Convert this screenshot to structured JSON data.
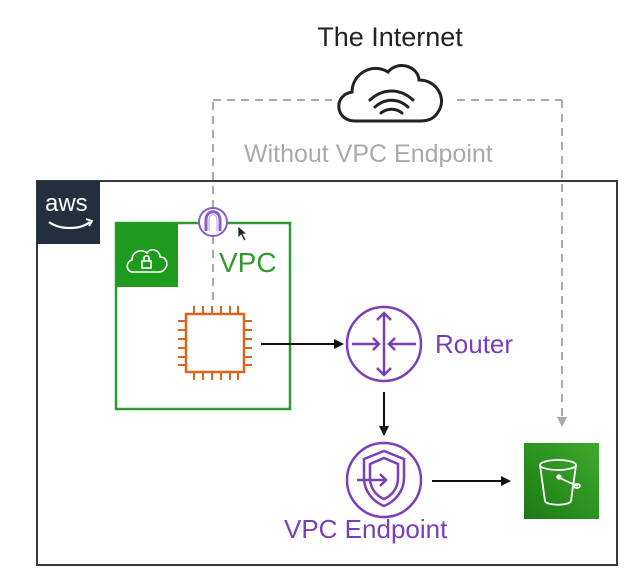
{
  "diagram": {
    "internet": {
      "label": "The Internet",
      "icon": "internet-cloud-icon"
    },
    "path_without_endpoint": {
      "label": "Without VPC Endpoint",
      "style": "dashed",
      "color": "#a9a9a9"
    },
    "aws_cloud": {
      "logo_text": "aws",
      "border_color": "#333333",
      "logo_bg": "#232f3e"
    },
    "vpc": {
      "label": "VPC",
      "color": "#2f9a2f",
      "icon": "vpc-cloud-lock-icon"
    },
    "internet_gateway": {
      "icon": "internet-gateway-icon",
      "color": "#8a5cc9"
    },
    "ec2": {
      "icon": "ec2-instance-chip-icon",
      "color": "#d9651f"
    },
    "router": {
      "label": "Router",
      "icon": "router-icon",
      "color": "#7a3fb8"
    },
    "vpc_endpoint": {
      "label": "VPC Endpoint",
      "icon": "vpc-endpoint-shield-icon",
      "color": "#7a3fb8"
    },
    "s3_bucket": {
      "icon": "s3-bucket-icon",
      "color": "#2e8b1e"
    },
    "connections": [
      {
        "from": "ec2",
        "to": "router"
      },
      {
        "from": "router",
        "to": "vpc_endpoint"
      },
      {
        "from": "vpc_endpoint",
        "to": "s3_bucket"
      },
      {
        "from": "ec2",
        "to": "internet",
        "via": "internet_gateway",
        "style": "dashed"
      },
      {
        "from": "internet",
        "to": "s3_bucket",
        "style": "dashed"
      }
    ]
  }
}
